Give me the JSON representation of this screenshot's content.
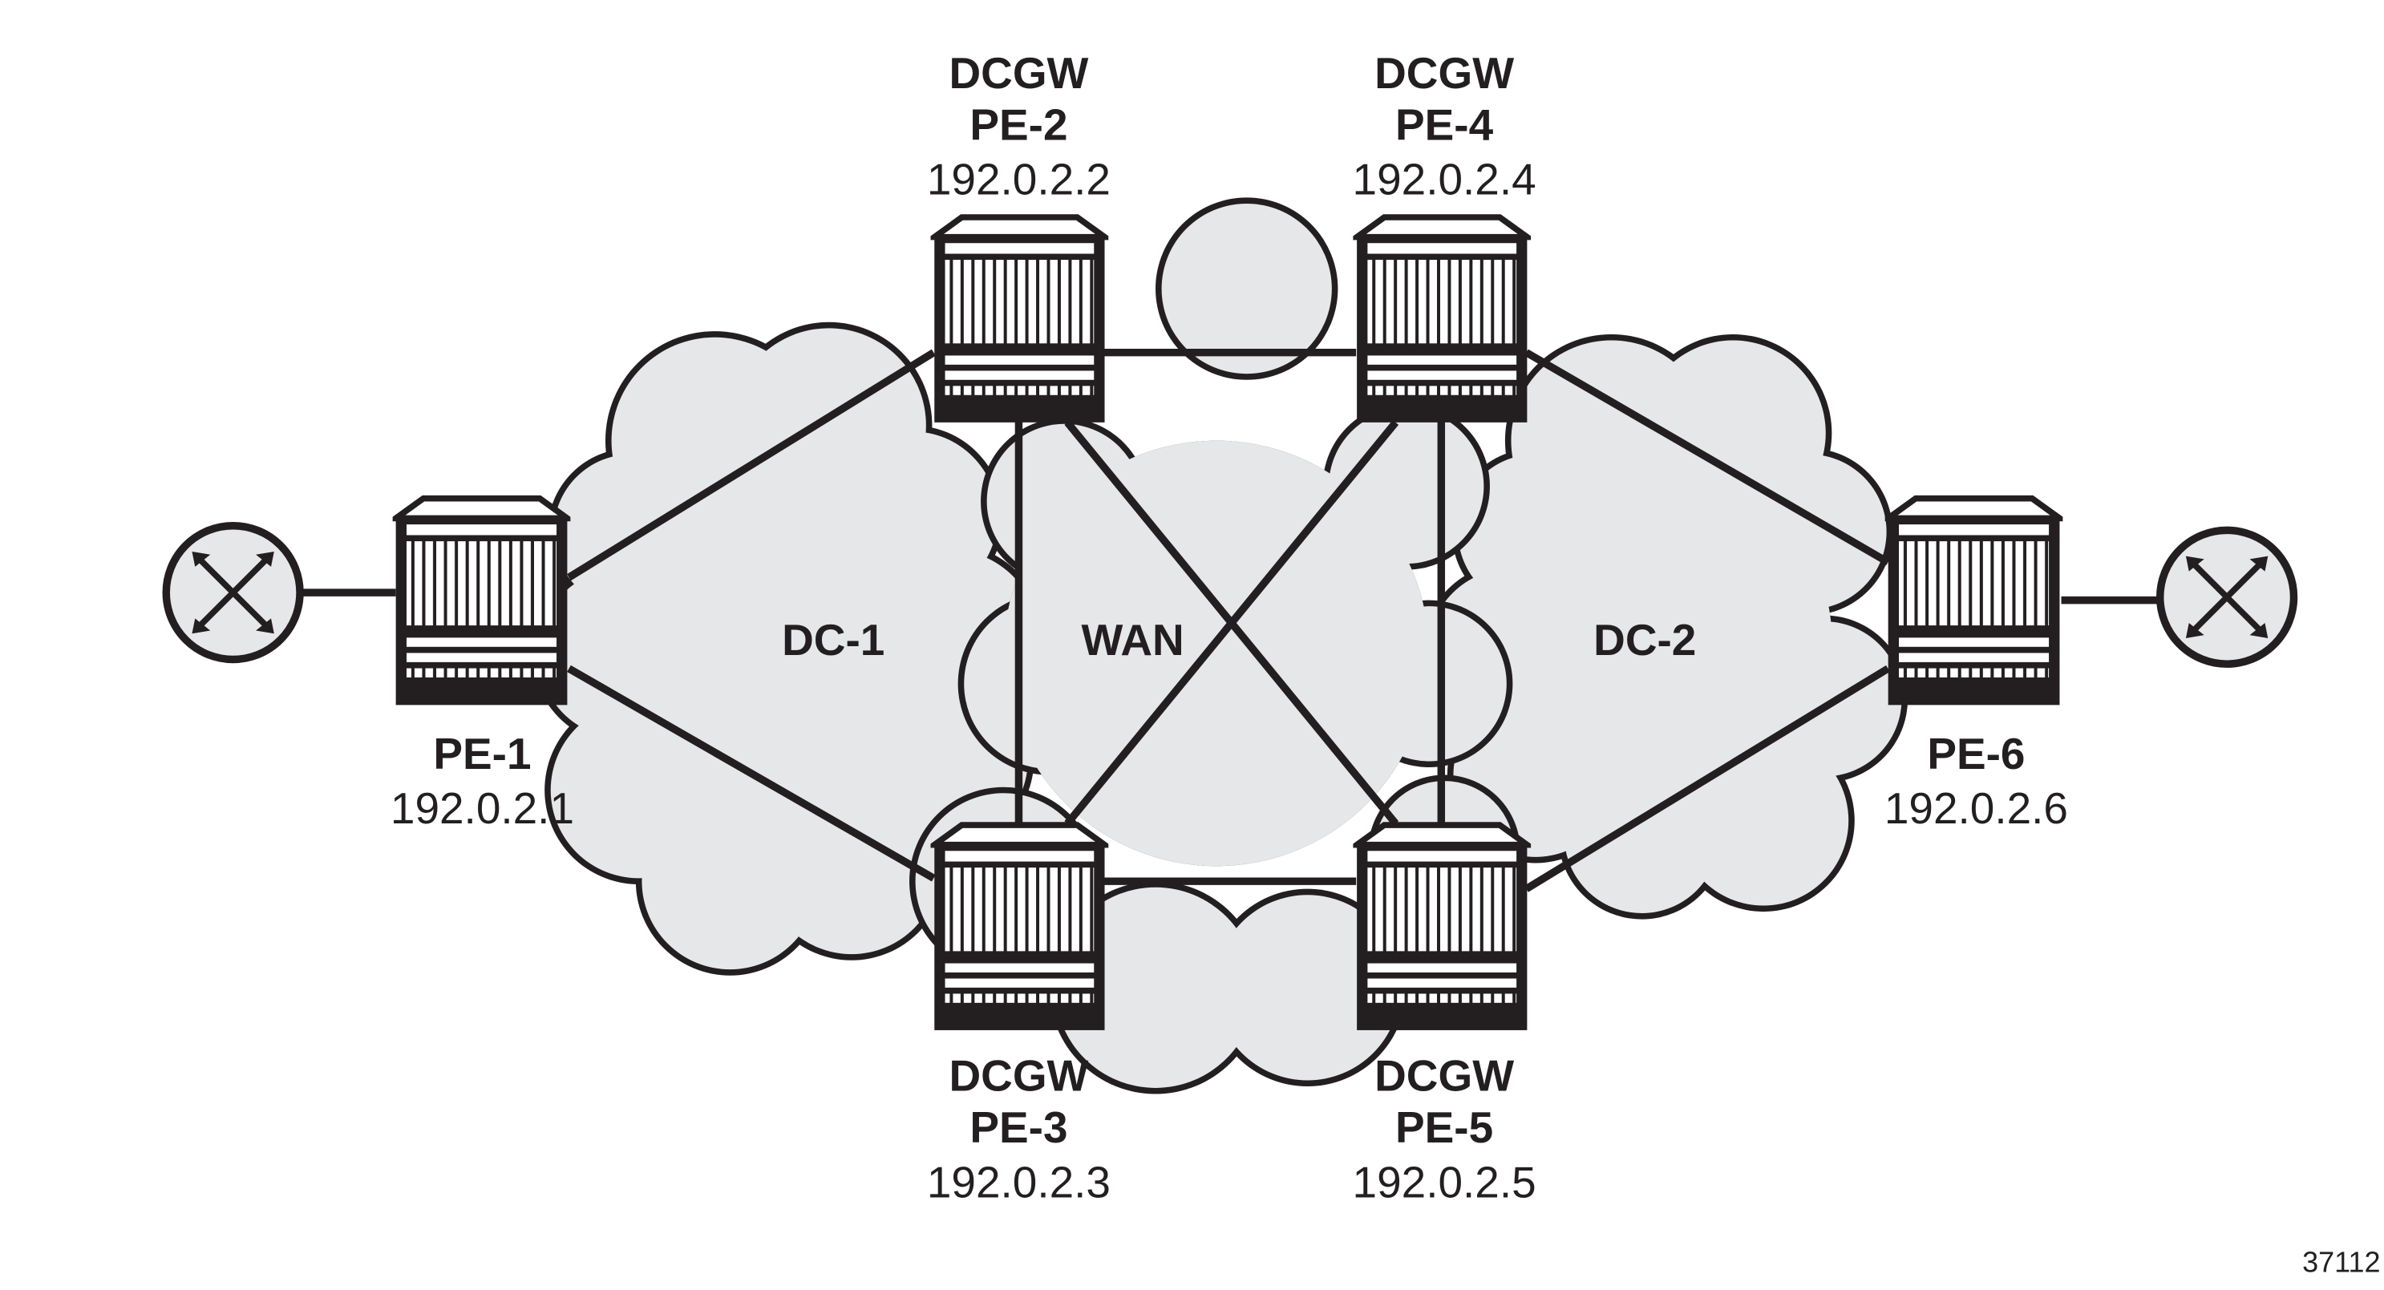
{
  "clouds": {
    "dc1": "DC-1",
    "wan": "WAN",
    "dc2": "DC-2"
  },
  "nodes": {
    "pe1": {
      "name": "PE-1",
      "ip": "192.0.2.1"
    },
    "pe2": {
      "role": "DCGW",
      "name": "PE-2",
      "ip": "192.0.2.2"
    },
    "pe3": {
      "role": "DCGW",
      "name": "PE-3",
      "ip": "192.0.2.3"
    },
    "pe4": {
      "role": "DCGW",
      "name": "PE-4",
      "ip": "192.0.2.4"
    },
    "pe5": {
      "role": "DCGW",
      "name": "PE-5",
      "ip": "192.0.2.5"
    },
    "pe6": {
      "name": "PE-6",
      "ip": "192.0.2.6"
    }
  },
  "figure_id": "37112",
  "colors": {
    "cloud_fill": "#e6e7e8",
    "line": "#231f20"
  }
}
